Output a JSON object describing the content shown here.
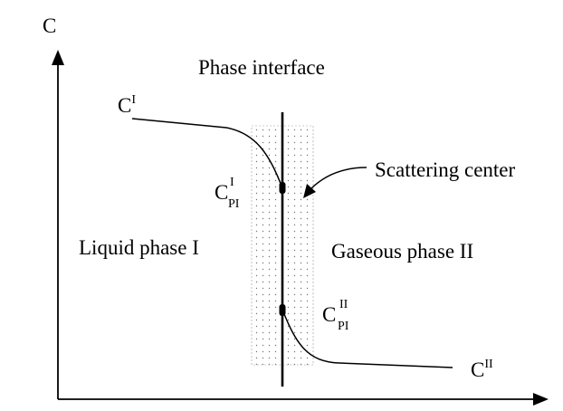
{
  "axes": {
    "y_label": "C"
  },
  "regions": {
    "interface_title": "Phase interface",
    "left_phase": "Liquid phase I",
    "right_phase": "Gaseous phase II"
  },
  "annotations": {
    "scattering_center": "Scattering center"
  },
  "concentrations": {
    "c_liquid": {
      "base": "C",
      "sup": "I"
    },
    "c_gas": {
      "base": "C",
      "sup": "II"
    },
    "c_interface_liquid": {
      "base": "C",
      "sup": "I",
      "sub": "PI"
    },
    "c_interface_gas": {
      "base": "C",
      "sup": "II",
      "sub": "PI"
    }
  }
}
